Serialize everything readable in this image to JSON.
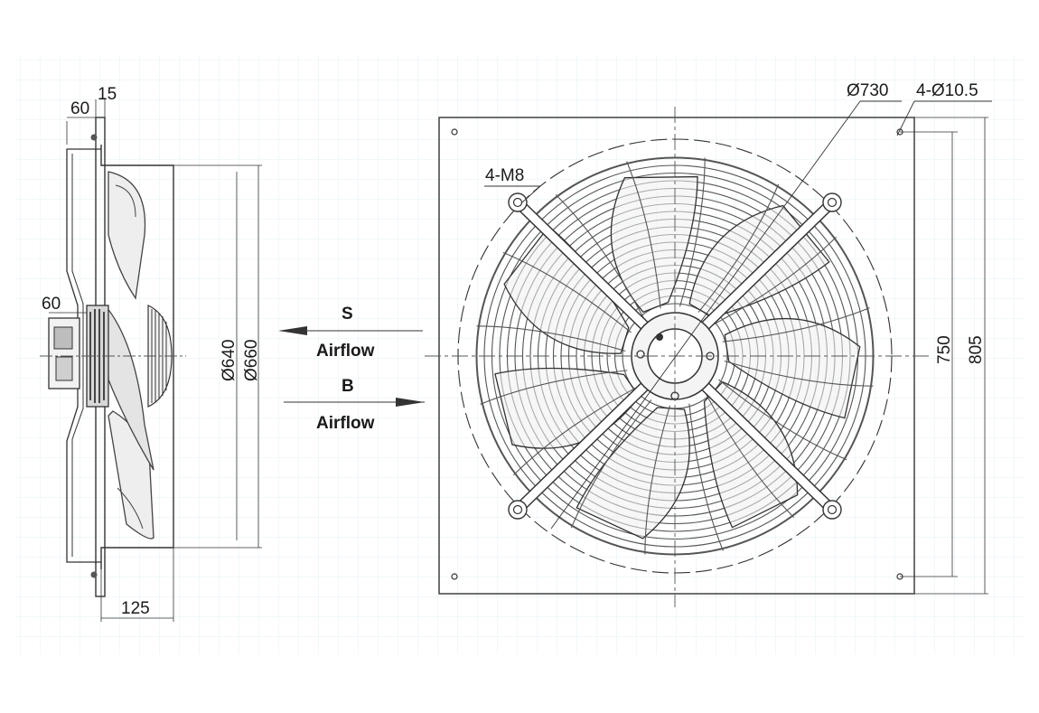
{
  "side_view": {
    "dim_60_top": "60",
    "dim_15": "15",
    "dim_60_motor": "60",
    "dim_125": "125",
    "dim_d640": "Ø640",
    "dim_d660": "Ø660"
  },
  "airflow": {
    "s_label": "S",
    "s_text": "Airflow",
    "b_label": "B",
    "b_text": "Airflow"
  },
  "front_view": {
    "dim_d730": "Ø730",
    "dim_holes": "4-Ø10.5",
    "dim_m8": "4-M8",
    "dim_750": "750",
    "dim_805": "805"
  },
  "colors": {
    "line": "#333333",
    "guard": "#555555",
    "grid": "#dff0f4"
  }
}
